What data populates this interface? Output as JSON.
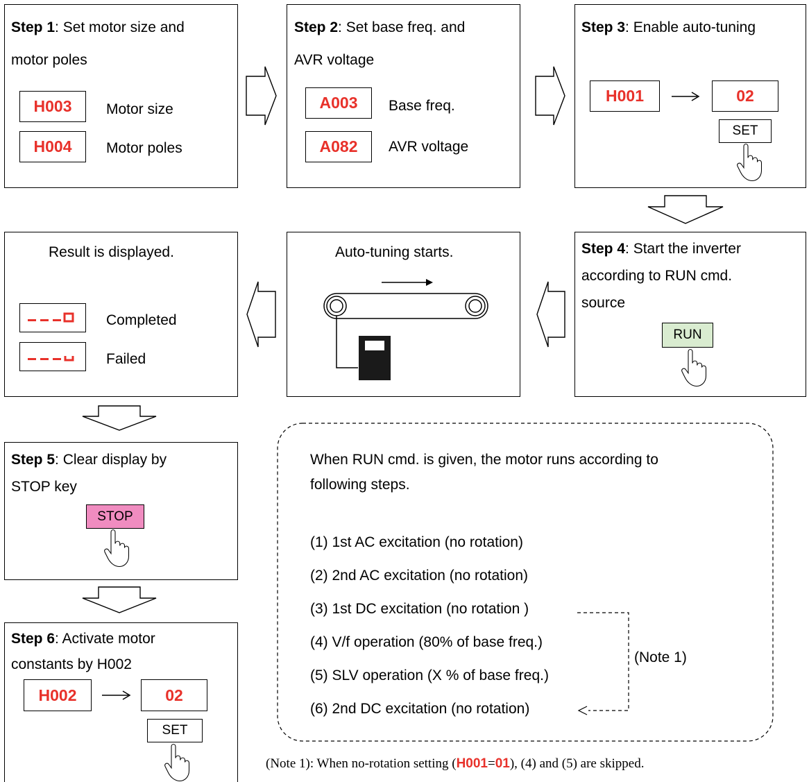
{
  "step1": {
    "label": "Step 1",
    "text1": ":   Set motor size and",
    "text2": "motor poles",
    "rows": [
      {
        "code": "H003",
        "desc": "Motor size"
      },
      {
        "code": "H004",
        "desc": "Motor poles"
      }
    ]
  },
  "step2": {
    "label": "Step 2",
    "text1": ":   Set base freq. and",
    "text2": "AVR voltage",
    "rows": [
      {
        "code": "A003",
        "desc": "Base freq."
      },
      {
        "code": "A082",
        "desc": "AVR voltage"
      }
    ]
  },
  "step3": {
    "label": "Step 3",
    "text1": ": Enable auto-tuning",
    "code": "H001",
    "value": "02",
    "key": "SET"
  },
  "step4": {
    "label": "Step 4",
    "text1": ":   Start the inverter",
    "text2": "according to RUN cmd.",
    "text3": "source",
    "key": "RUN"
  },
  "autotune": {
    "title": "Auto-tuning starts."
  },
  "result": {
    "title": "Result is displayed.",
    "completed": "Completed",
    "failed": "Failed"
  },
  "step5": {
    "label": "Step 5",
    "text1": ":   Clear display by",
    "text2": "STOP key",
    "key": "STOP"
  },
  "step6": {
    "label": "Step 6",
    "text1": ":   Activate motor",
    "text2": "constants by H002",
    "code": "H002",
    "value": "02",
    "key": "SET"
  },
  "note_box": {
    "intro1": "When RUN cmd. is given, the motor runs according to",
    "intro2": "following steps.",
    "steps": [
      "(1) 1st AC excitation (no rotation)",
      "(2) 2nd AC excitation (no rotation)",
      "(3) 1st DC excitation (no rotation )",
      "(4) V/f operation (80% of base freq.)",
      "(5) SLV operation (X % of base freq.)",
      "(6) 2nd DC excitation (no rotation)"
    ],
    "note_ref": "(Note 1)"
  },
  "footnote": {
    "prefix": "(Note 1): When no-rotation setting (",
    "code": "H001",
    "eq": "=",
    "value": "01",
    "suffix": "), (4) and (5) are skipped."
  },
  "colors": {
    "code_red": "#e8312a",
    "run_key": "#d9ecd0",
    "stop_key": "#f08cc0",
    "key_default": "#ffffff"
  },
  "icons": [
    "arrow-right-icon",
    "arrow-down-icon",
    "arrow-left-icon",
    "hand-pointer-icon",
    "conveyor-motor-icon",
    "inverter-icon"
  ]
}
